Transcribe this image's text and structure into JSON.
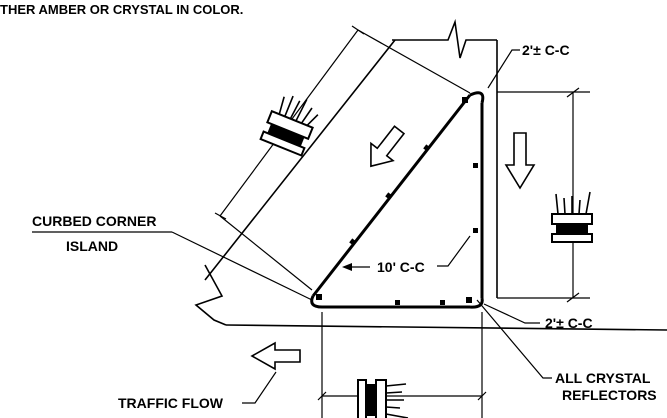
{
  "header_note": "THER AMBER OR CRYSTAL IN COLOR.",
  "labels": {
    "top_spacing": "2'± C-C",
    "bottom_spacing": "2'± C-C",
    "mid_spacing": "10' C-C",
    "curbed_corner_line1": "CURBED CORNER",
    "curbed_corner_line2": "ISLAND",
    "traffic_flow": "TRAFFIC FLOW",
    "reflector_line1": "ALL CRYSTAL",
    "reflector_line2": "REFLECTORS"
  },
  "icons": {
    "direction_arrow": "hollow-arrow-icon",
    "delineator": "delineator-post-icon",
    "reflector_marker": "raised-reflector-icon"
  }
}
